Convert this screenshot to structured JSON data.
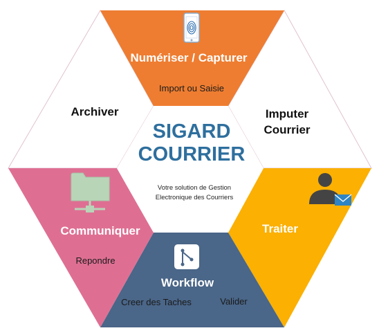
{
  "center": {
    "title_line1": "SIGARD",
    "title_line2": "COURRIER",
    "tagline_line1": "Votre solution de Gestion",
    "tagline_line2": "Electronique des Courriers"
  },
  "segments": {
    "capture": {
      "title": "Numériser / Capturer",
      "subtitle": "Import ou Saisie",
      "color": "#ee7d31",
      "icon": "fingerprint-phone-icon"
    },
    "imputer": {
      "title_line1": "Imputer",
      "title_line2": "Courrier",
      "color": "#ffffff"
    },
    "traiter": {
      "title": "Traiter",
      "color": "#fbb002",
      "icon": "user-mail-icon"
    },
    "workflow": {
      "title": "Workflow",
      "item1": "Creer des Taches",
      "item2": "Valider",
      "color": "#4a6688",
      "icon": "git-branch-icon"
    },
    "communiquer": {
      "title": "Communiquer",
      "subtitle": "Repondre",
      "color": "#de6f93",
      "icon": "network-folder-icon"
    },
    "archiver": {
      "title": "Archiver",
      "color": "#ffffff"
    }
  }
}
